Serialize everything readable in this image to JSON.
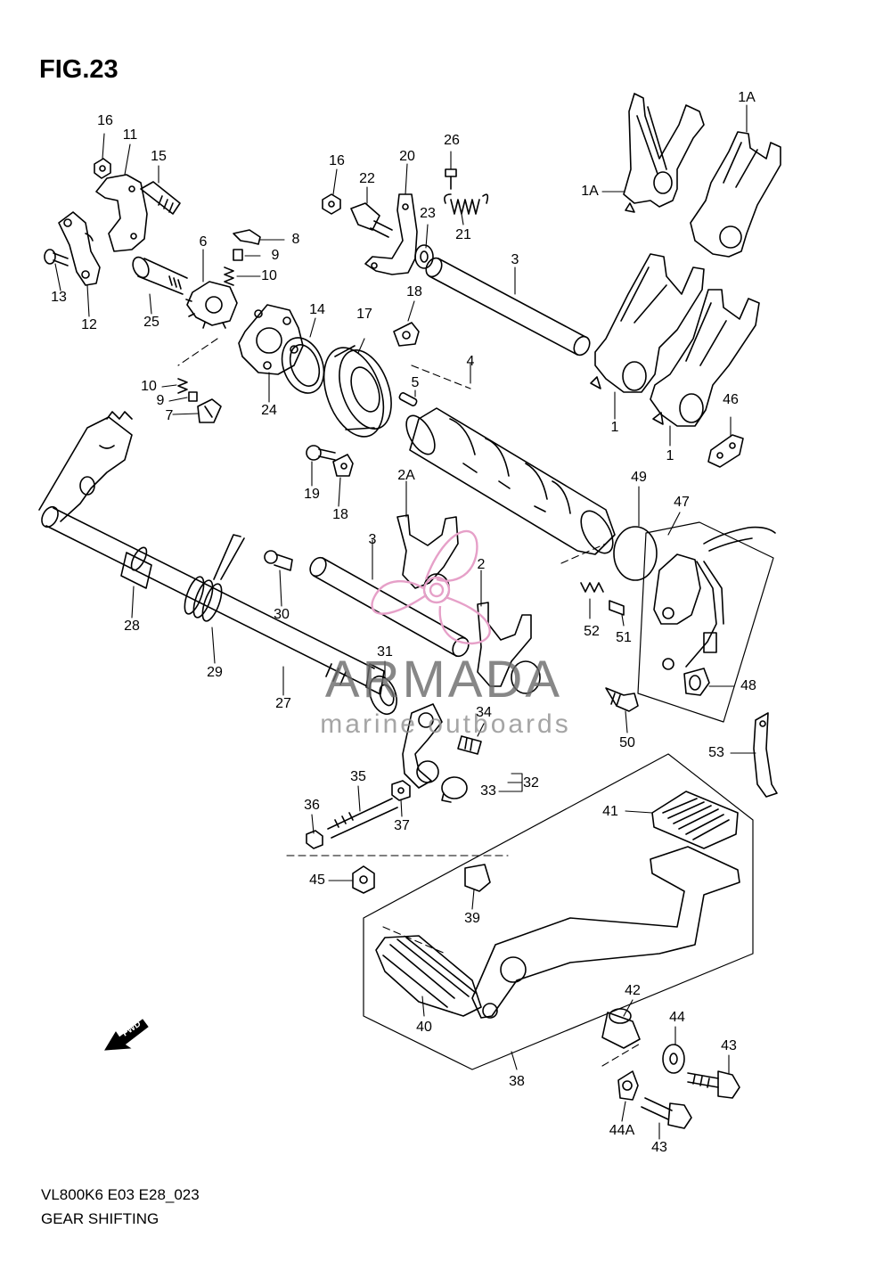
{
  "figure": {
    "title": "FIG.23",
    "code": "VL800K6 E03 E28_023",
    "caption": "GEAR SHIFTING"
  },
  "watermark": {
    "brand": "ARMADA",
    "subtitle": "marine outboards",
    "logo_color": "#e6a0c8"
  },
  "fwd_badge": "FWD",
  "callouts": [
    {
      "id": "c-1A-top",
      "text": "1A"
    },
    {
      "id": "c-1A-left",
      "text": "1A"
    },
    {
      "id": "c-1-a",
      "text": "1"
    },
    {
      "id": "c-1-b",
      "text": "1"
    },
    {
      "id": "c-2",
      "text": "2"
    },
    {
      "id": "c-2A",
      "text": "2A"
    },
    {
      "id": "c-3-top",
      "text": "3"
    },
    {
      "id": "c-3-mid",
      "text": "3"
    },
    {
      "id": "c-4",
      "text": "4"
    },
    {
      "id": "c-5",
      "text": "5"
    },
    {
      "id": "c-6",
      "text": "6"
    },
    {
      "id": "c-7",
      "text": "7"
    },
    {
      "id": "c-8",
      "text": "8"
    },
    {
      "id": "c-9-a",
      "text": "9"
    },
    {
      "id": "c-9-b",
      "text": "9"
    },
    {
      "id": "c-10-a",
      "text": "10"
    },
    {
      "id": "c-10-b",
      "text": "10"
    },
    {
      "id": "c-11",
      "text": "11"
    },
    {
      "id": "c-12",
      "text": "12"
    },
    {
      "id": "c-13",
      "text": "13"
    },
    {
      "id": "c-14",
      "text": "14"
    },
    {
      "id": "c-15",
      "text": "15"
    },
    {
      "id": "c-16-a",
      "text": "16"
    },
    {
      "id": "c-16-b",
      "text": "16"
    },
    {
      "id": "c-17",
      "text": "17"
    },
    {
      "id": "c-18-a",
      "text": "18"
    },
    {
      "id": "c-18-b",
      "text": "18"
    },
    {
      "id": "c-19",
      "text": "19"
    },
    {
      "id": "c-20",
      "text": "20"
    },
    {
      "id": "c-21",
      "text": "21"
    },
    {
      "id": "c-22",
      "text": "22"
    },
    {
      "id": "c-23",
      "text": "23"
    },
    {
      "id": "c-24",
      "text": "24"
    },
    {
      "id": "c-25",
      "text": "25"
    },
    {
      "id": "c-26",
      "text": "26"
    },
    {
      "id": "c-27",
      "text": "27"
    },
    {
      "id": "c-28",
      "text": "28"
    },
    {
      "id": "c-29",
      "text": "29"
    },
    {
      "id": "c-30",
      "text": "30"
    },
    {
      "id": "c-31",
      "text": "31"
    },
    {
      "id": "c-32",
      "text": "32"
    },
    {
      "id": "c-33",
      "text": "33"
    },
    {
      "id": "c-34",
      "text": "34"
    },
    {
      "id": "c-35",
      "text": "35"
    },
    {
      "id": "c-36",
      "text": "36"
    },
    {
      "id": "c-37",
      "text": "37"
    },
    {
      "id": "c-38",
      "text": "38"
    },
    {
      "id": "c-39",
      "text": "39"
    },
    {
      "id": "c-40",
      "text": "40"
    },
    {
      "id": "c-41",
      "text": "41"
    },
    {
      "id": "c-42",
      "text": "42"
    },
    {
      "id": "c-43-a",
      "text": "43"
    },
    {
      "id": "c-43-b",
      "text": "43"
    },
    {
      "id": "c-44",
      "text": "44"
    },
    {
      "id": "c-44A",
      "text": "44A"
    },
    {
      "id": "c-45",
      "text": "45"
    },
    {
      "id": "c-46",
      "text": "46"
    },
    {
      "id": "c-47",
      "text": "47"
    },
    {
      "id": "c-48",
      "text": "48"
    },
    {
      "id": "c-49",
      "text": "49"
    },
    {
      "id": "c-50",
      "text": "50"
    },
    {
      "id": "c-51",
      "text": "51"
    },
    {
      "id": "c-52",
      "text": "52"
    },
    {
      "id": "c-53",
      "text": "53"
    }
  ]
}
